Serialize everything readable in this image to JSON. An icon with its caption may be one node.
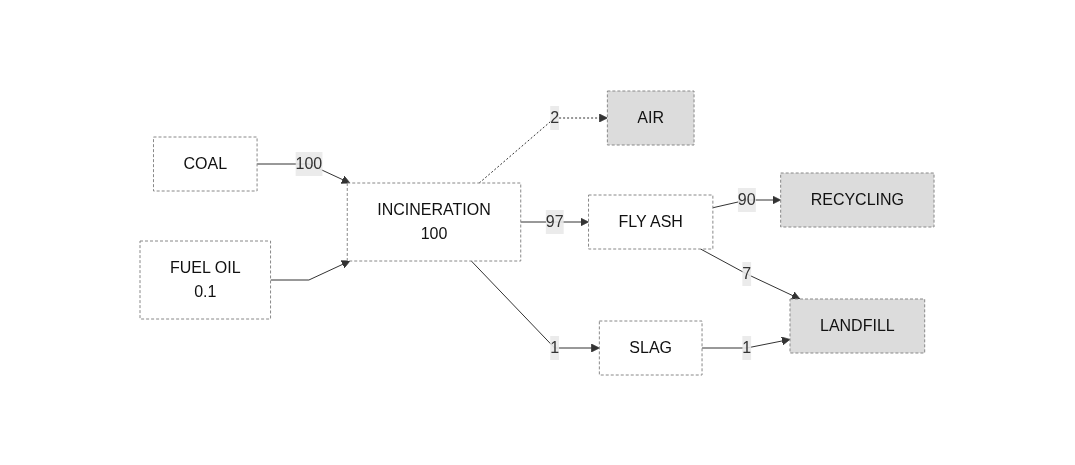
{
  "diagram": {
    "nodes": [
      {
        "text": [
          "AIR"
        ]
      },
      {
        "text": [
          "COAL"
        ]
      },
      {
        "text": [
          "RECYCLING"
        ]
      },
      {
        "text": [
          "FLY ASH"
        ]
      },
      {
        "text": [
          "INCINERATION",
          "100"
        ]
      },
      {
        "text": [
          "LANDFILL"
        ]
      },
      {
        "text": [
          "FUEL OIL",
          "0.1"
        ]
      },
      {
        "text": [
          "SLAG"
        ]
      }
    ],
    "edges": [
      {
        "from": 1,
        "to": 4,
        "arrow": "to",
        "label": "100"
      },
      {
        "from": 6,
        "to": 4,
        "arrow": "to"
      },
      {
        "from": 4,
        "to": 0,
        "arrow": "to",
        "label": "2",
        "style": "dashed"
      },
      {
        "from": 4,
        "to": 3,
        "arrow": "to",
        "label": "97"
      },
      {
        "from": 4,
        "to": 7,
        "arrow": "to",
        "label": "1"
      },
      {
        "from": 3,
        "to": 2,
        "arrow": "to",
        "label": "90"
      },
      {
        "from": 3,
        "to": 5,
        "arrow": "to",
        "label": "7"
      },
      {
        "from": 7,
        "to": 5,
        "arrow": "to",
        "label": "1"
      }
    ]
  }
}
